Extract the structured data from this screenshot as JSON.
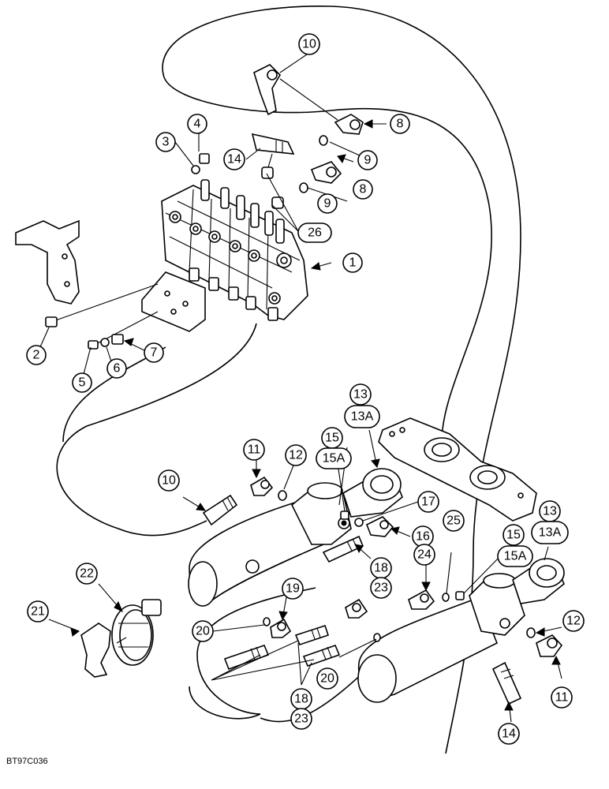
{
  "callouts": {
    "c1": "1",
    "c2": "2",
    "c3": "3",
    "c4": "4",
    "c5": "5",
    "c6": "6",
    "c7": "7",
    "c8a": "8",
    "c8b": "8",
    "c9a": "9",
    "c9b": "9",
    "c10a": "10",
    "c10b": "10",
    "c11a": "11",
    "c11b": "11",
    "c12a": "12",
    "c12b": "12",
    "c13a": "13",
    "c13Aa": "13A",
    "c13b": "13",
    "c13Ab": "13A",
    "c14a": "14",
    "c14b": "14",
    "c15a": "15",
    "c15Aa": "15A",
    "c15b": "15",
    "c15Ab": "15A",
    "c16": "16",
    "c17": "17",
    "c18a": "18",
    "c23a": "23",
    "c18b": "18",
    "c23b": "23",
    "c19": "19",
    "c20a": "20",
    "c20b": "20",
    "c21": "21",
    "c22": "22",
    "c24": "24",
    "c25": "25",
    "c26": "26"
  },
  "caption": "BT97C036"
}
